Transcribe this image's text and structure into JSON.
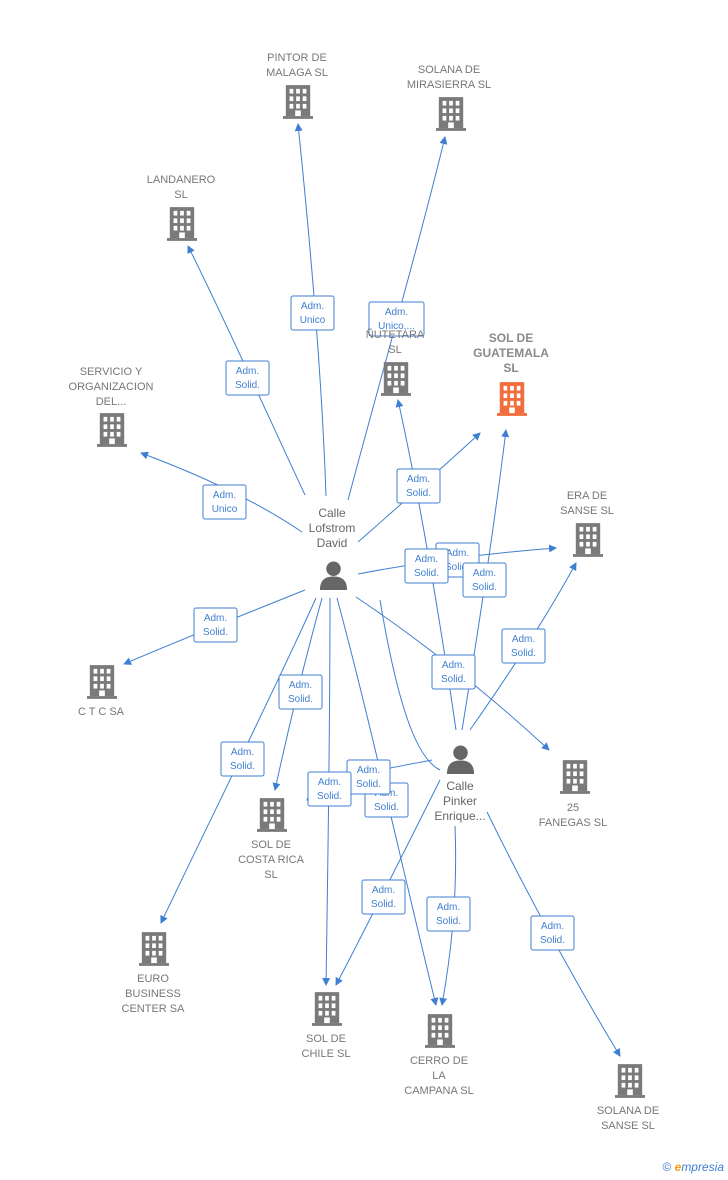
{
  "colors": {
    "edge": "#3f7fd1",
    "company": "#7a7a7a",
    "highlight": "#f26b3a",
    "person": "#666666"
  },
  "persons": [
    {
      "id": "p1",
      "label": [
        "Calle",
        "Lofstrom",
        "David"
      ]
    },
    {
      "id": "p2",
      "label": [
        "Calle",
        "Pinker",
        "Enrique..."
      ]
    }
  ],
  "companies": [
    {
      "id": "pintor",
      "label": [
        "PINTOR DE",
        "MALAGA  SL"
      ],
      "highlight": false
    },
    {
      "id": "solana_mira",
      "label": [
        "SOLANA DE",
        "MIRASIERRA SL"
      ],
      "highlight": false
    },
    {
      "id": "landanero",
      "label": [
        "LANDANERO",
        "SL"
      ],
      "highlight": false
    },
    {
      "id": "nutet",
      "label": [
        "ÑUTETARA",
        "SL"
      ],
      "highlight": false
    },
    {
      "id": "guatemala",
      "label": [
        "SOL DE",
        "GUATEMALA",
        "SL"
      ],
      "highlight": true
    },
    {
      "id": "servicio",
      "label": [
        "SERVICIO Y",
        "ORGANIZACION",
        "DEL..."
      ],
      "highlight": false
    },
    {
      "id": "era",
      "label": [
        "ERA DE",
        "SANSE  SL"
      ],
      "highlight": false
    },
    {
      "id": "ctc",
      "label": [
        "C T C SA"
      ],
      "highlight": false
    },
    {
      "id": "fanegas",
      "label": [
        "25",
        "FANEGAS  SL"
      ],
      "highlight": false
    },
    {
      "id": "costarica",
      "label": [
        "SOL DE",
        "COSTA RICA",
        "SL"
      ],
      "highlight": false
    },
    {
      "id": "euro",
      "label": [
        "EURO",
        "BUSINESS",
        "CENTER SA"
      ],
      "highlight": false
    },
    {
      "id": "chile",
      "label": [
        "SOL DE",
        "CHILE  SL"
      ],
      "highlight": false
    },
    {
      "id": "cerro",
      "label": [
        "CERRO DE",
        "LA",
        "CAMPANA  SL"
      ],
      "highlight": false
    },
    {
      "id": "solana_sanse",
      "label": [
        "SOLANA DE",
        "SANSE  SL"
      ],
      "highlight": false
    }
  ],
  "relations": [
    {
      "id": "r1",
      "label": [
        "Adm.",
        "Unico"
      ]
    },
    {
      "id": "r2",
      "label": [
        "Adm.",
        "Unico,..."
      ]
    },
    {
      "id": "r3",
      "label": [
        "Adm.",
        "Solid."
      ]
    },
    {
      "id": "r4",
      "label": [
        "Adm.",
        "Unico"
      ]
    },
    {
      "id": "r5",
      "label": [
        "Adm.",
        "Solid."
      ]
    },
    {
      "id": "r6",
      "label": [
        "Adm.",
        "Solid."
      ]
    },
    {
      "id": "r7",
      "label": [
        "Adm.",
        "Solid."
      ]
    },
    {
      "id": "r8",
      "label": [
        "Adm.",
        "Solid."
      ]
    },
    {
      "id": "r9",
      "label": [
        "Adm.",
        "Solid."
      ]
    },
    {
      "id": "r10",
      "label": [
        "Adm.",
        "Solid."
      ]
    },
    {
      "id": "r11",
      "label": [
        "Adm.",
        "Solid."
      ]
    },
    {
      "id": "r12",
      "label": [
        "Adm.",
        "Solid."
      ]
    },
    {
      "id": "r13",
      "label": [
        "Adm.",
        "Solid."
      ]
    },
    {
      "id": "r14",
      "label": [
        "Adm.",
        "Solid."
      ]
    },
    {
      "id": "r15",
      "label": [
        "Adm.",
        "Solid."
      ]
    },
    {
      "id": "r16",
      "label": [
        "Adm.",
        "Solid."
      ]
    },
    {
      "id": "r17",
      "label": [
        "Adm.",
        "Solid."
      ]
    },
    {
      "id": "r18",
      "label": [
        "Adm.",
        "Solid."
      ]
    },
    {
      "id": "r19",
      "label": [
        "Adm.",
        "Solid."
      ]
    },
    {
      "id": "r20",
      "label": [
        "Adm.",
        "Solid."
      ]
    }
  ],
  "footer": {
    "copyright_symbol": "©",
    "brand_initial": "e",
    "brand_rest": "mpresia"
  }
}
